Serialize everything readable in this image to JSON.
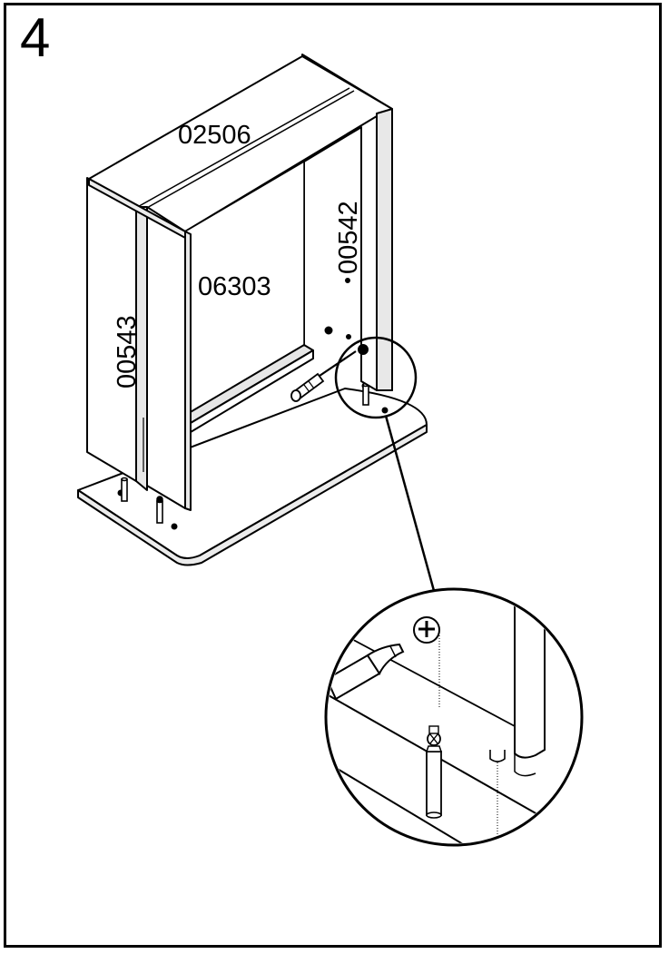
{
  "step": {
    "number": "4"
  },
  "parts": {
    "top_panel": "02506",
    "back_panel": "06303",
    "right_side_panel": "00542",
    "left_side_panel": "00543"
  },
  "colors": {
    "line": "#000000",
    "background": "#ffffff",
    "panel_shade": "#d9d9d9",
    "panel_light": "#f2f2f2"
  },
  "icons": {
    "screwdriver": "screwdriver-icon",
    "cam_screw": "phillips-screw-icon",
    "dowel": "dowel-pin-icon",
    "detail_callout": "magnifier-circle"
  }
}
